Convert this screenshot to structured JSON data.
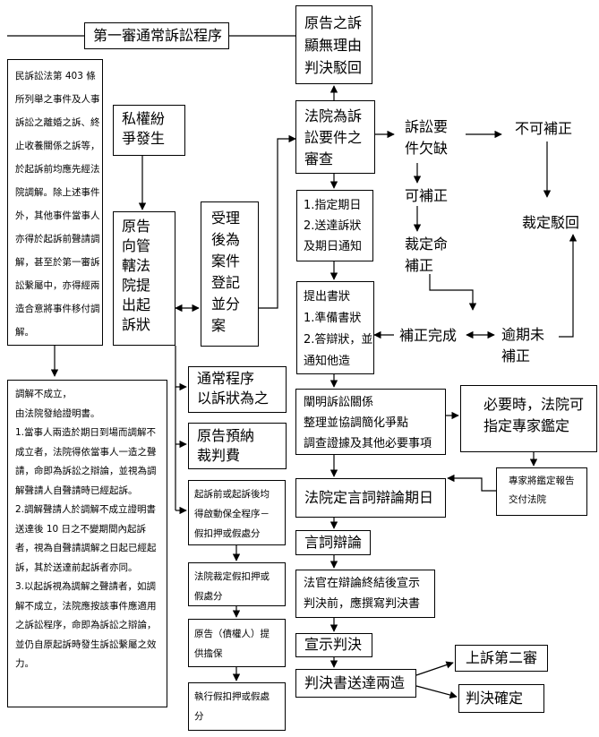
{
  "title": "第一審通常訴訟程序",
  "boxes": {
    "mediation_rule": "民訴訟法第 403 條所列舉之事件及人事訴訟之離婚之訴、終止收養關係之訴等，於起訴前均應先經法院調解。除上述事件外，其他事件當事人亦得於起訴前聲請調解，甚至於第一審訴訟繫屬中，亦得經兩造合意將事件移付調解。",
    "mediation_fail": "調解不成立，\n由法院發給證明書。\n1.當事人兩造於期日到場而調解不成立者，法院得依當事人一造之聲請，命即為訴訟之辯論，並視為調解聲請人自聲請時已經起訴。\n2.調解聲請人於調解不成立證明書送達後 10 日之不變期間內起訴者，視為自聲請調解之日起已經起訴，其於送達前起訴者亦同。\n3.以起訴視為調解之聲請者，如調解不成立，法院應按該事件應適用之訴訟程序，命即為訴訟之辯論，並仍自原起訴時發生訴訟繫屬之效力。",
    "dispute": "私權紛\n爭發生",
    "file_suit": "原告\n向管\n轄法\n院提\n出起\n訴狀",
    "accept": "受理\n後為\n案件\n登記\n並分\n案",
    "obviously_baseless": "原告之訴\n顯無理由\n判決駁回",
    "review": "法院為訴\n訟要件之\n審查",
    "notice": "1.指定期日\n2.送達訴狀\n及期日通知",
    "briefs": "提出書狀\n1.準備書狀\n2.答辯狀，並\n通知他造",
    "clarify": "闡明訴訟關係\n整理並協調簡化爭點\n調查證據及其他必要事項",
    "expert": "必要時，法院可\n指定專家鑑定",
    "expert_report": "專家將鑑定報告\n交付法院",
    "set_hearing": "法院定言詞辯論期日",
    "oral_argument": "言詞辯論",
    "judgment_write": "法官在辯論終結後宣示\n判決前，應撰寫判決書",
    "announce": "宣示判決",
    "serve": "判決書送達兩造",
    "appeal": "上訴第二審",
    "final": "判決確定",
    "ordinary": "通常程序\n以訴狀為之",
    "fee": "原告預納\n裁判費",
    "preserve": "起訴前或起訴後均\n得啟動保全程序－\n假扣押或假處分",
    "court_ruling": "法院裁定假扣押或\n假處分",
    "bond": "原告（債權人）提\n供擔保",
    "execute": "執行假扣押或假處\n分"
  },
  "labels": {
    "lacking": "訴訟要\n件欠缺",
    "not_curable": "不可補正",
    "curable": "可補正",
    "order_cure": "裁定命\n補正",
    "dismiss_ruling": "裁定駁回",
    "cured": "補正完成",
    "overdue": "逾期未\n補正"
  }
}
